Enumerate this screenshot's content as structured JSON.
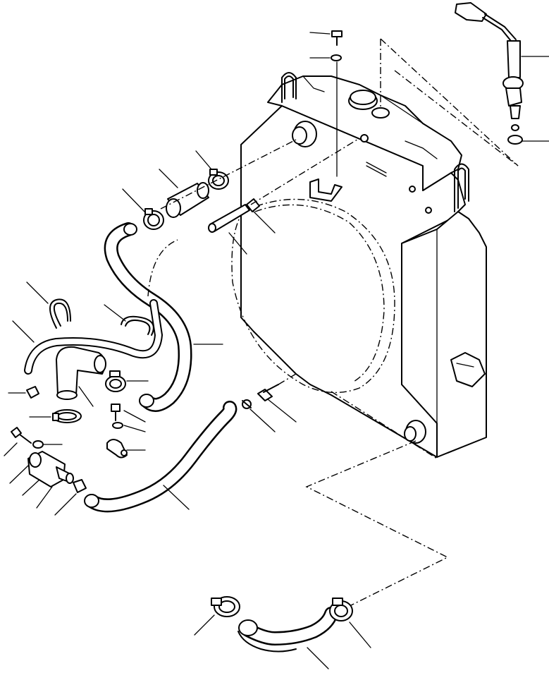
{
  "figure": {
    "parts": [
      {
        "name": "radiator",
        "icon": "radiator-icon"
      },
      {
        "name": "temperature-sender",
        "icon": "sensor-icon"
      },
      {
        "name": "o-ring",
        "icon": "ring-icon"
      },
      {
        "name": "bolt",
        "icon": "bolt-icon"
      },
      {
        "name": "washer",
        "icon": "washer-icon"
      },
      {
        "name": "upper-hose",
        "icon": "hose-icon"
      },
      {
        "name": "lower-hose",
        "icon": "hose-icon"
      },
      {
        "name": "bypass-hose",
        "icon": "hose-icon"
      },
      {
        "name": "hose-clamp",
        "icon": "clamp-icon"
      },
      {
        "name": "thermostat-housing",
        "icon": "housing-icon"
      },
      {
        "name": "drain-cock",
        "icon": "valve-icon"
      },
      {
        "name": "connector-pipe",
        "icon": "pipe-icon"
      }
    ]
  }
}
